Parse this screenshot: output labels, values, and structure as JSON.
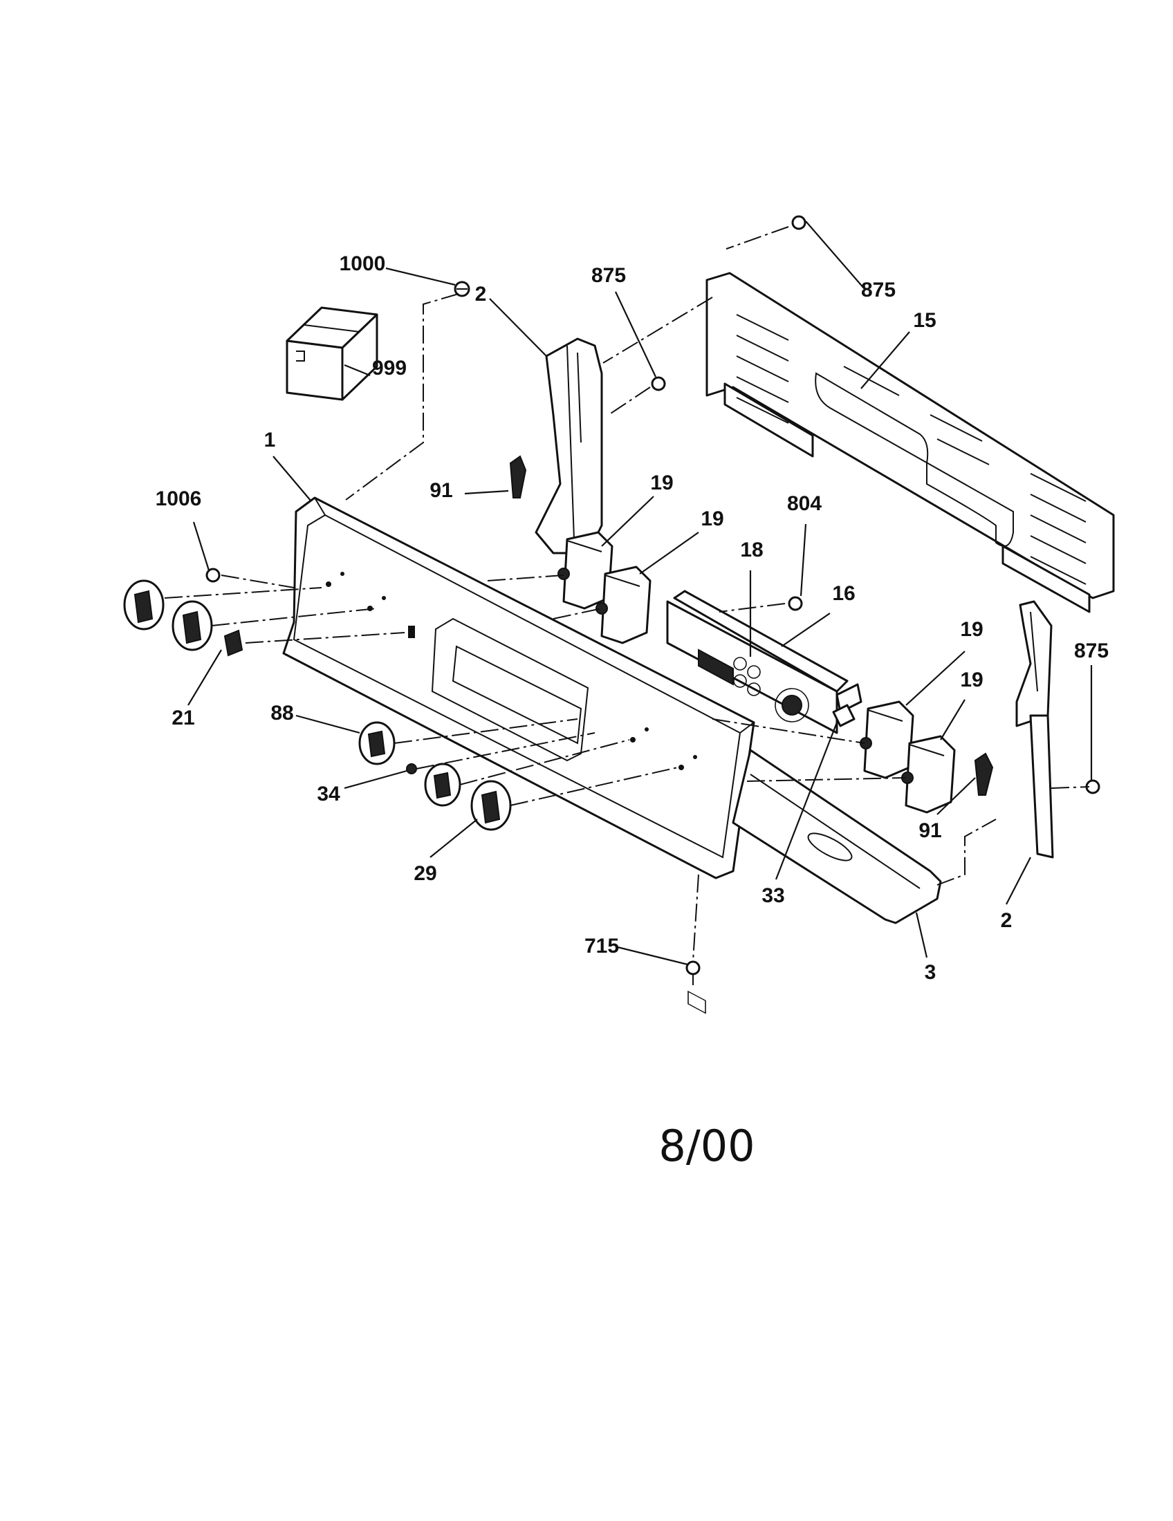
{
  "diagram": {
    "callouts": {
      "c1000": "1000",
      "c2_top": "2",
      "c875_top": "875",
      "c875_panel": "875",
      "c15": "15",
      "c999": "999",
      "c1": "1",
      "c1006": "1006",
      "c91_left": "91",
      "c19_a": "19",
      "c19_b": "19",
      "c804": "804",
      "c18": "18",
      "c16": "16",
      "c19_c": "19",
      "c19_d": "19",
      "c875_right": "875",
      "c21": "21",
      "c88": "88",
      "c34": "34",
      "c29": "29",
      "c33": "33",
      "c91_right": "91",
      "c2_right": "2",
      "c715": "715",
      "c3": "3"
    },
    "revision_date": "8/00"
  }
}
